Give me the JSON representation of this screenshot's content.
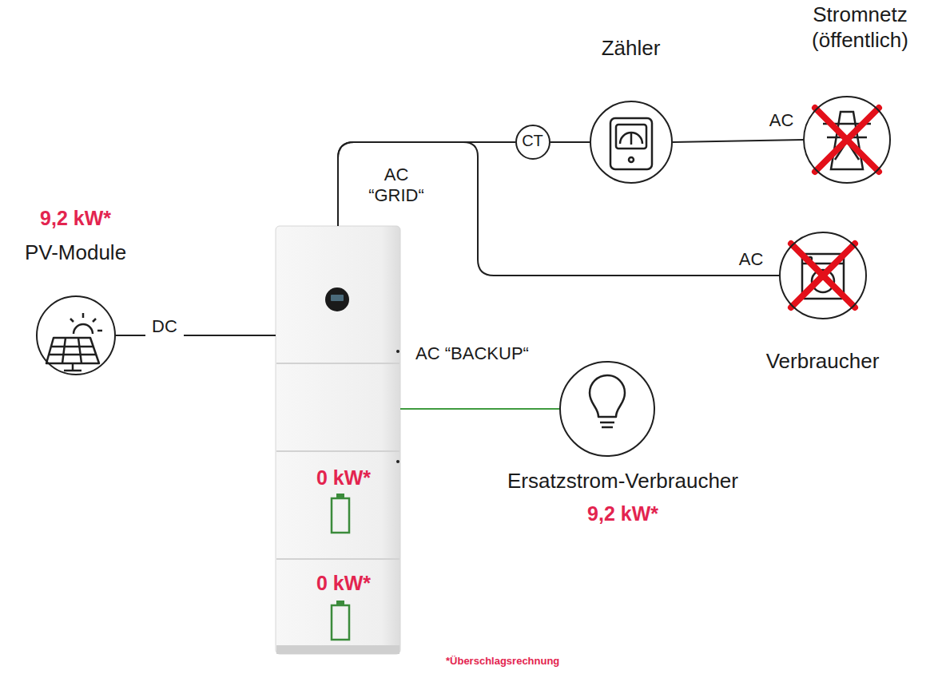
{
  "diagram": {
    "nodes": [
      {
        "text": [
          "9,2 kW*",
          "PV-Module"
        ]
      },
      {
        "text": [
          "0 kW*",
          "0 kW*"
        ]
      },
      {
        "text": [
          "CT"
        ]
      },
      {
        "text": [
          "Zähler"
        ]
      },
      {
        "text": [
          "Stromnetz (öffentlich)"
        ]
      },
      {
        "text": [
          "Verbraucher"
        ]
      },
      {
        "text": [
          "Ersatzstrom-Verbraucher",
          "9,2 kW*"
        ]
      }
    ],
    "edges": [
      {
        "from": 0,
        "to": 1,
        "label": "DC",
        "arrow": "none"
      },
      {
        "from": 1,
        "to": 2,
        "label": "AC “GRID“",
        "arrow": "none"
      },
      {
        "from": 1,
        "to": 5,
        "label": "AC",
        "arrow": "none"
      },
      {
        "from": 2,
        "to": 3,
        "arrow": "none"
      },
      {
        "from": 3,
        "to": 4,
        "label": "AC",
        "arrow": "none"
      },
      {
        "from": 1,
        "to": 6,
        "label": "AC “BACKUP“",
        "arrow": "none"
      }
    ],
    "labels": [
      "*Überschlagsrechnung"
    ]
  }
}
